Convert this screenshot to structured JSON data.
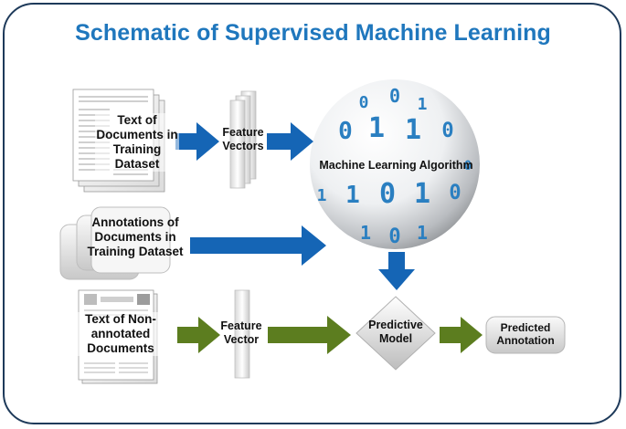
{
  "title": "Schematic of Supervised Machine Learning",
  "nodes": {
    "training_docs": "Text of Documents in Training Dataset",
    "training_annotations": "Annotations of Documents in Training Dataset",
    "feature_vectors": "Feature Vectors",
    "ml_algorithm": "Machine Learning Algorithm",
    "nonannotated_docs": "Text of Non-annotated Documents",
    "feature_vector": "Feature Vector",
    "predictive_model": "Predictive Model",
    "predicted_annotation": "Predicted Annotation"
  },
  "sphere_digits": [
    "0",
    "0",
    "1",
    "0",
    "1",
    "1",
    "0",
    "1",
    "0",
    "1",
    "0",
    "1",
    "0",
    "1",
    "1",
    "0"
  ],
  "colors": {
    "title": "#1f77bd",
    "blue_arrow": "#1565b5",
    "green_arrow": "#5c7d1f",
    "frame": "#1e3a5a",
    "digit": "#2a7fc1"
  }
}
